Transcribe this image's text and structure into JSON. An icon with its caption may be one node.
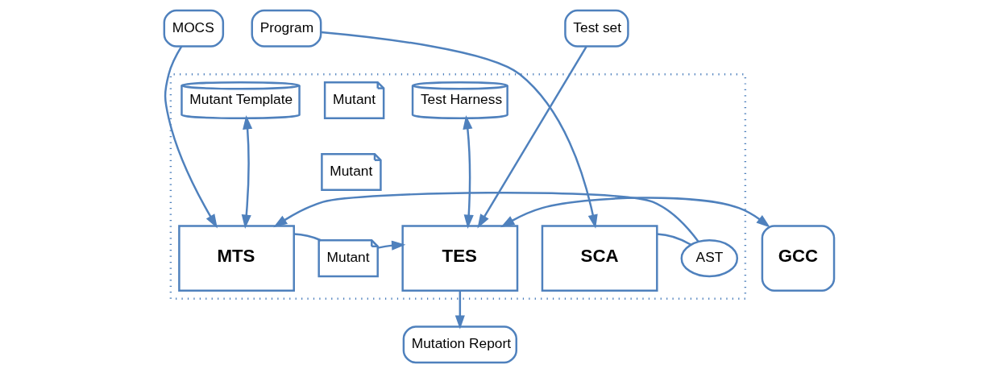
{
  "diagram": {
    "nodes": [
      {
        "text": [
          "Program"
        ]
      },
      {
        "text": [
          "MOCS"
        ]
      },
      {
        "text": [
          "Test set"
        ]
      },
      {
        "text": [],
        "shape": "box"
      },
      {
        "text": [
          "Mutant Template"
        ],
        "in": 3
      },
      {
        "text": [
          "Test Harness"
        ],
        "in": 3
      },
      {
        "text": [
          "SCA"
        ],
        "in": 3
      },
      {
        "text": [
          "AST"
        ],
        "in": 3
      },
      {
        "text": [
          "MTS"
        ],
        "in": 3
      },
      {
        "text": [
          "Mutant"
        ],
        "in": 3
      },
      {
        "text": [
          "Mutant"
        ],
        "in": 3
      },
      {
        "text": [
          "Mutant"
        ],
        "in": 3
      },
      {
        "text": [
          "TES"
        ],
        "in": 3
      },
      {
        "text": [
          "GCC"
        ]
      },
      {
        "text": [
          "Mutation Report"
        ]
      }
    ],
    "edges": [
      {
        "from": 0,
        "to": 6,
        "arrow": "to"
      },
      {
        "from": 1,
        "to": 8,
        "arrow": "to"
      },
      {
        "from": 2,
        "to": 12,
        "arrow": "to"
      },
      {
        "from": 6,
        "to": 7,
        "arrow": "none"
      },
      {
        "from": 7,
        "to": 8,
        "arrow": "to"
      },
      {
        "from": 8,
        "to": 4,
        "arrow": "both"
      },
      {
        "from": 8,
        "to": 11,
        "arrow": "none"
      },
      {
        "from": 11,
        "to": 12,
        "arrow": "to"
      },
      {
        "from": 12,
        "to": 5,
        "arrow": "both"
      },
      {
        "from": 12,
        "to": 13,
        "arrow": "both"
      },
      {
        "from": 12,
        "to": 14,
        "arrow": "to"
      }
    ]
  }
}
